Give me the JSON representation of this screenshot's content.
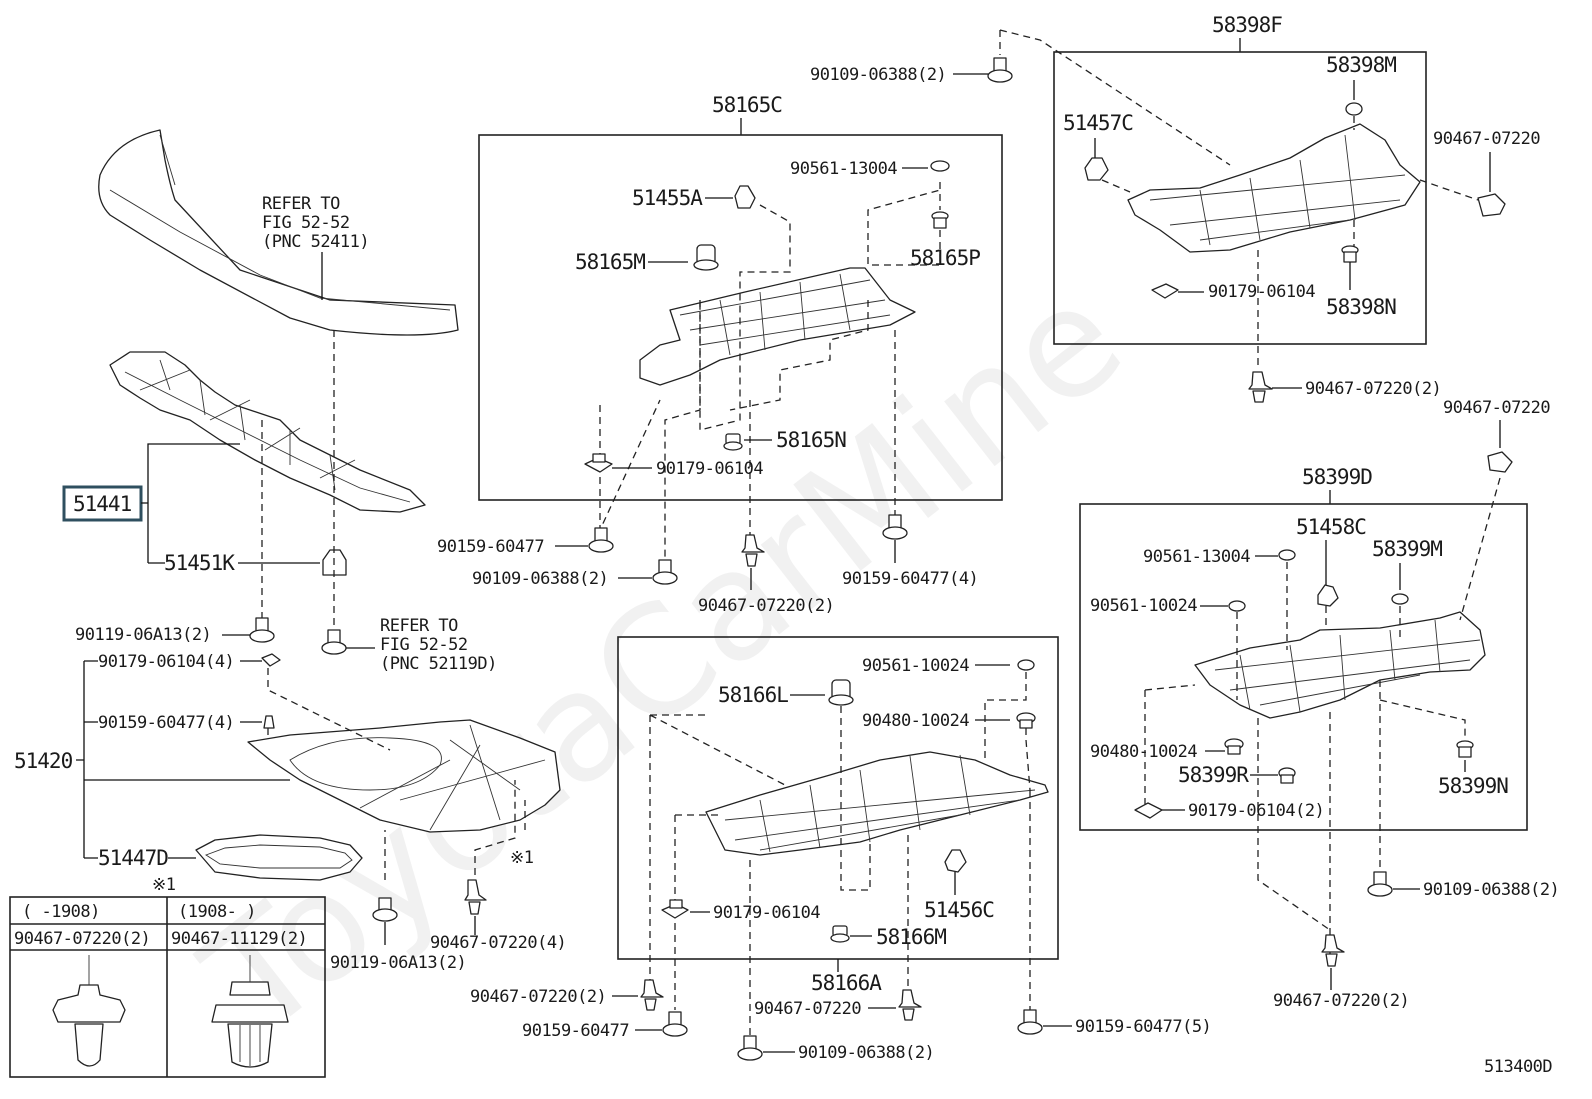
{
  "labels": {
    "p51441": "51441",
    "p51451K": "51451K",
    "p51420": "51420",
    "p51447D": "51447D",
    "c_90119_06A13_top": "90119-06A13(2)",
    "c_90179_06104_4": "90179-06104(4)",
    "c_90159_60477_4": "90159-60477(4)",
    "c_90119_06A13_bot": "90119-06A13(2)",
    "c_90467_07220_4": "90467-07220(4)",
    "star1_mark": "※1",
    "refer1_line1": "REFER TO",
    "refer1_line2": "FIG 52-52",
    "refer1_line3": "(PNC 52411)",
    "refer2_line1": "REFER TO",
    "refer2_line2": "FIG 52-52",
    "refer2_line3": "(PNC 52119D)",
    "p58165C": "58165C",
    "p51455A": "51455A",
    "c_90561_13004_a": "90561-13004",
    "p58165M": "58165M",
    "p58165P": "58165P",
    "p58165N": "58165N",
    "c_90179_06104_a": "90179-06104",
    "c_90159_60477_a": "90159-60477",
    "c_90109_06388_a": "90109-06388(2)",
    "c_90467_07220_a": "90467-07220(2)",
    "c_90159_60477_4b": "90159-60477(4)",
    "c_90109_06388_top": "90109-06388(2)",
    "p58398F": "58398F",
    "p58398M": "58398M",
    "p51457C": "51457C",
    "c_90467_07220_r1": "90467-07220",
    "c_90179_06104_b": "90179-06104",
    "p58398N": "58398N",
    "c_90467_07220_r2": "90467-07220(2)",
    "c_90467_07220_r3": "90467-07220",
    "p58399D": "58399D",
    "p51458C": "51458C",
    "c_90561_13004_b": "90561-13004",
    "p58399M": "58399M",
    "c_90561_10024_b": "90561-10024",
    "c_90480_10024_b": "90480-10024",
    "p58399R": "58399R",
    "p58399N": "58399N",
    "c_90179_06104_2": "90179-06104(2)",
    "c_90109_06388_r": "90109-06388(2)",
    "c_90467_07220_r4": "90467-07220(2)",
    "p58166L": "58166L",
    "c_90561_10024_c": "90561-10024",
    "c_90480_10024_c": "90480-10024",
    "c_90179_06104_c": "90179-06104",
    "p51456C": "51456C",
    "p58166M": "58166M",
    "p58166A": "58166A",
    "c_90467_07220_c1": "90467-07220(2)",
    "c_90467_07220_c2": "90467-07220",
    "c_90159_60477_c": "90159-60477",
    "c_90159_60477_5": "90159-60477(5)",
    "c_90109_06388_c": "90109-06388(2)",
    "diagram_code": "513400D"
  },
  "legend": {
    "title": "※1",
    "col1_header": "(     -1908)",
    "col2_header": "(1908-     )",
    "col1_part": "90467-07220(2)",
    "col2_part": "90467-11129(2)"
  },
  "watermark": "ToyotaCarMine",
  "colors": {
    "line": "#222222",
    "highlight_box": "#2f4f5f",
    "watermark": "#d8d8d8"
  }
}
